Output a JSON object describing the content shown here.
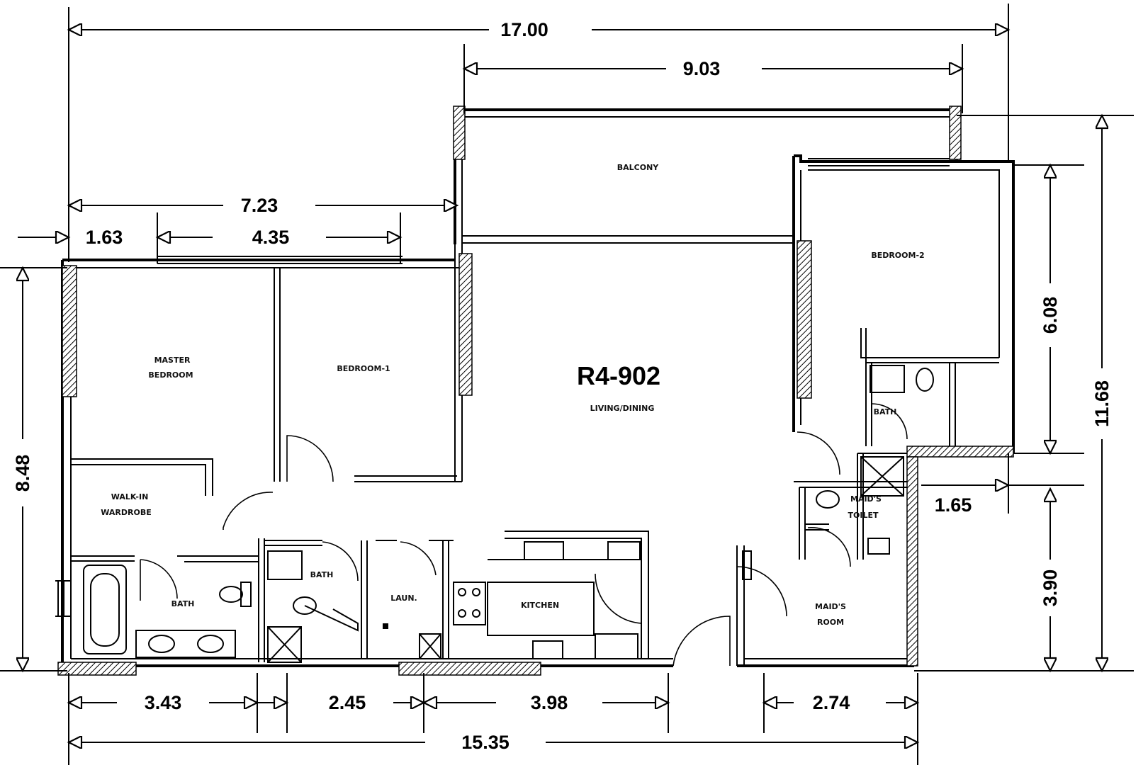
{
  "unit": {
    "id": "R4-902",
    "main_space": "LIVING/DINING"
  },
  "rooms": {
    "balcony": "BALCONY",
    "master_bedroom": [
      "MASTER",
      "BEDROOM"
    ],
    "bedroom_1": "BEDROOM-1",
    "bedroom_2": "BEDROOM-2",
    "walkin_wardrobe": [
      "WALK-IN",
      "WARDROBE"
    ],
    "bath_master": "BATH",
    "bath_common": "BATH",
    "bath_bed2": "BATH",
    "laundry": "LAUN.",
    "kitchen": "KITCHEN",
    "maids_room": [
      "MAID'S",
      "ROOM"
    ],
    "maids_toilet": [
      "MAID'S",
      "TOILET"
    ]
  },
  "dimensions": {
    "top_overall": "17.00",
    "top_balcony": "9.03",
    "top_left_span": "7.23",
    "top_left_a": "1.63",
    "top_left_b": "4.35",
    "left_height": "8.48",
    "right_overall": "11.68",
    "right_upper": "6.08",
    "right_lower": "3.90",
    "right_step": "1.65",
    "bottom_a": "3.43",
    "bottom_b": "2.45",
    "bottom_c": "3.98",
    "bottom_d": "2.74",
    "bottom_overall": "15.35"
  }
}
